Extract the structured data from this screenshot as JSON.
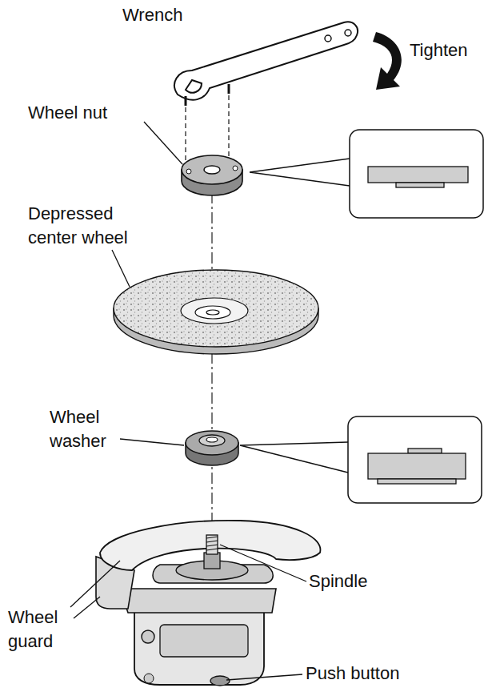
{
  "diagram": {
    "labels": [
      "Wrench",
      "Tighten",
      "Wheel nut",
      "Depressed center wheel",
      "Wheel washer",
      "Spindle",
      "Wheel guard",
      "Push button"
    ]
  }
}
